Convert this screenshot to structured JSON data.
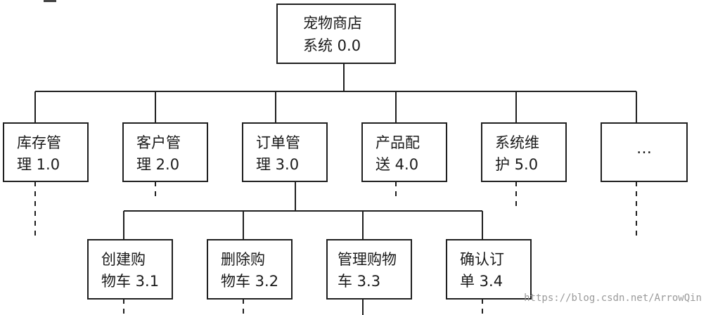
{
  "root": {
    "text": "宠物商店\n系统 0.0"
  },
  "level1": [
    {
      "text": "库存管\n理 1.0"
    },
    {
      "text": "客户管\n理 2.0"
    },
    {
      "text": "订单管\n理 3.0"
    },
    {
      "text": "产品配\n送 4.0"
    },
    {
      "text": "系统维\n护 5.0"
    },
    {
      "text": "…"
    }
  ],
  "level2": [
    {
      "text": "创建购\n物车 3.1"
    },
    {
      "text": "删除购\n物车 3.2"
    },
    {
      "text": "管理购物\n车 3.3"
    },
    {
      "text": "确认订\n单 3.4"
    }
  ],
  "watermark": "https://blog.csdn.net/ArrowQin",
  "colors": {
    "line": "#1f1f1f",
    "box_border": "#1f1f1f",
    "watermark": "#9a9a9a"
  }
}
